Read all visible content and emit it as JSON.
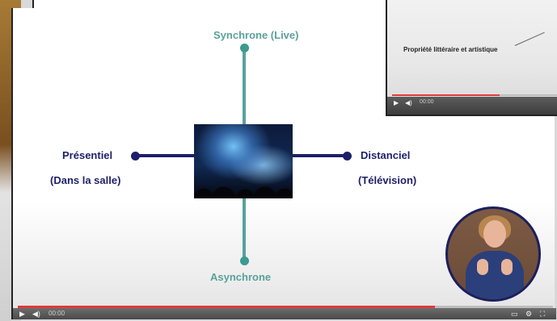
{
  "diagram": {
    "top_label": "Synchrone  (Live)",
    "bottom_label": "Asynchrone",
    "left_label_line1": "Présentiel",
    "left_label_line2": "(Dans la salle)",
    "right_label_line1": "Distanciel",
    "right_label_line2": "(Télévision)",
    "center_image": "concert-crowd-photo",
    "axis_colors": {
      "vertical": "#5aa19b",
      "horizontal": "#1e1f6a"
    }
  },
  "main_player": {
    "progress_fraction": 0.78,
    "progress_color": "#e03a3a",
    "controls": {
      "play_icon": "play-icon",
      "volume_icon": "volume-icon",
      "settings_icon": "gear-icon",
      "fullscreen_icon": "fullscreen-icon"
    },
    "time_text": "00:00"
  },
  "pip_player": {
    "text": "Propriété littéraire et artistique",
    "progress_fraction": 0.65,
    "time_text": "00:00"
  },
  "presenter": {
    "icon": "sign-language-presenter-avatar"
  }
}
